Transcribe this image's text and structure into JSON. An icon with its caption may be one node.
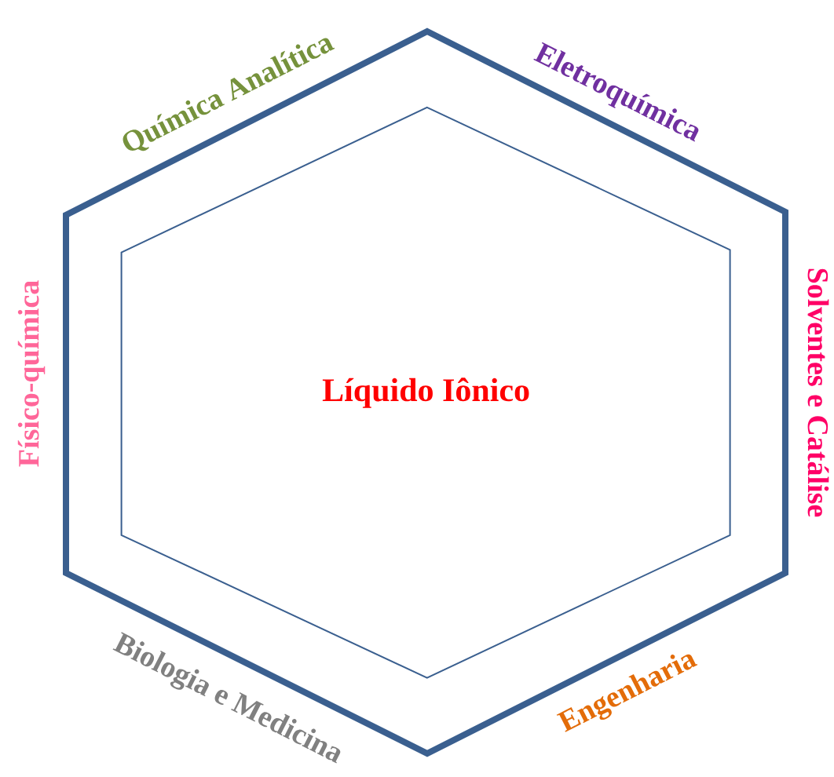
{
  "diagram": {
    "nodes": [
      {
        "text": [],
        "shape": "hexagon",
        "beside": [
          "Química Analítica",
          "Eletroquímica",
          "Físico-química",
          "Solventes e Catálise",
          "Biologia e Medicina",
          "Engenharia"
        ]
      },
      {
        "text": [
          "Líquido Iônico"
        ],
        "in": 0
      }
    ]
  }
}
